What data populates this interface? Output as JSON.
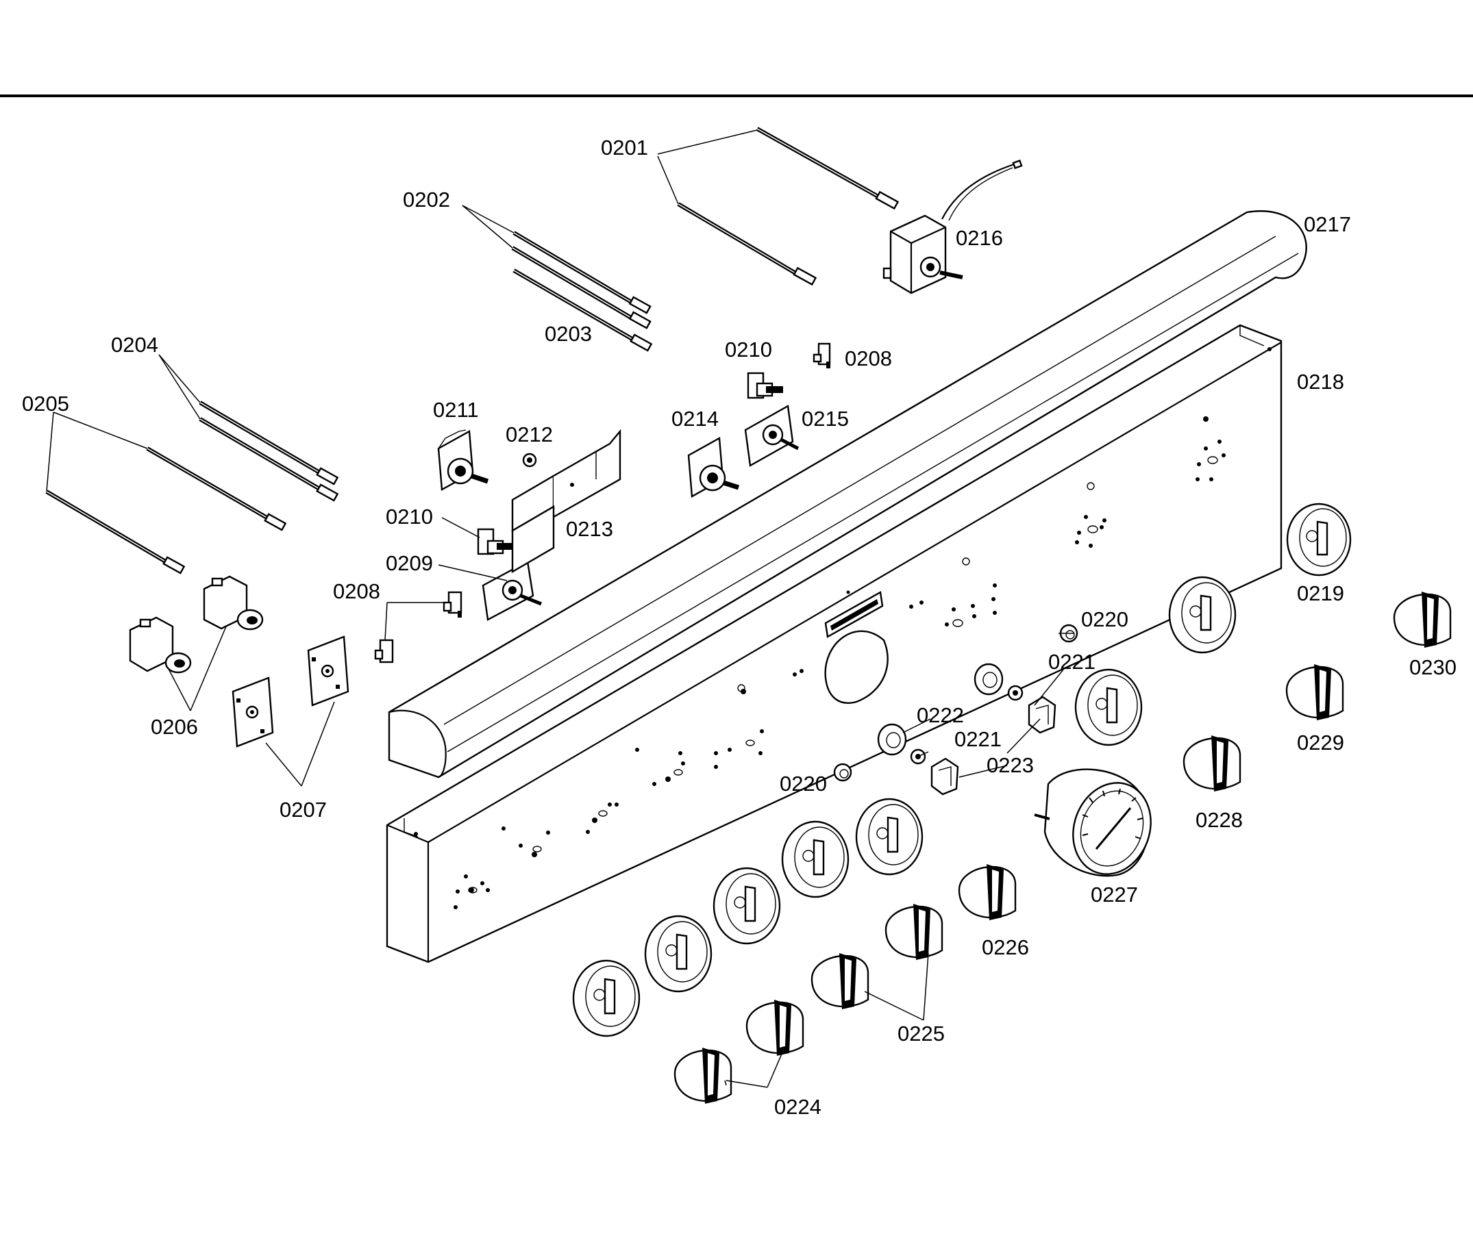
{
  "diagram": {
    "labels": {
      "p0201": "0201",
      "p0202": "0202",
      "p0203": "0203",
      "p0204": "0204",
      "p0205": "0205",
      "p0206": "0206",
      "p0207": "0207",
      "p0208a": "0208",
      "p0208b": "0208",
      "p0209": "0209",
      "p0210a": "0210",
      "p0210b": "0210",
      "p0211": "0211",
      "p0212": "0212",
      "p0213": "0213",
      "p0214": "0214",
      "p0215": "0215",
      "p0216": "0216",
      "p0217": "0217",
      "p0218": "0218",
      "p0219": "0219",
      "p0220a": "0220",
      "p0220b": "0220",
      "p0221a": "0221",
      "p0221b": "0221",
      "p0222": "0222",
      "p0223": "0223",
      "p0224": "0224",
      "p0225": "0225",
      "p0226": "0226",
      "p0227": "0227",
      "p0228": "0228",
      "p0229": "0229",
      "p0230": "0230"
    },
    "colors": {
      "line": "#000000",
      "background": "#ffffff"
    }
  }
}
